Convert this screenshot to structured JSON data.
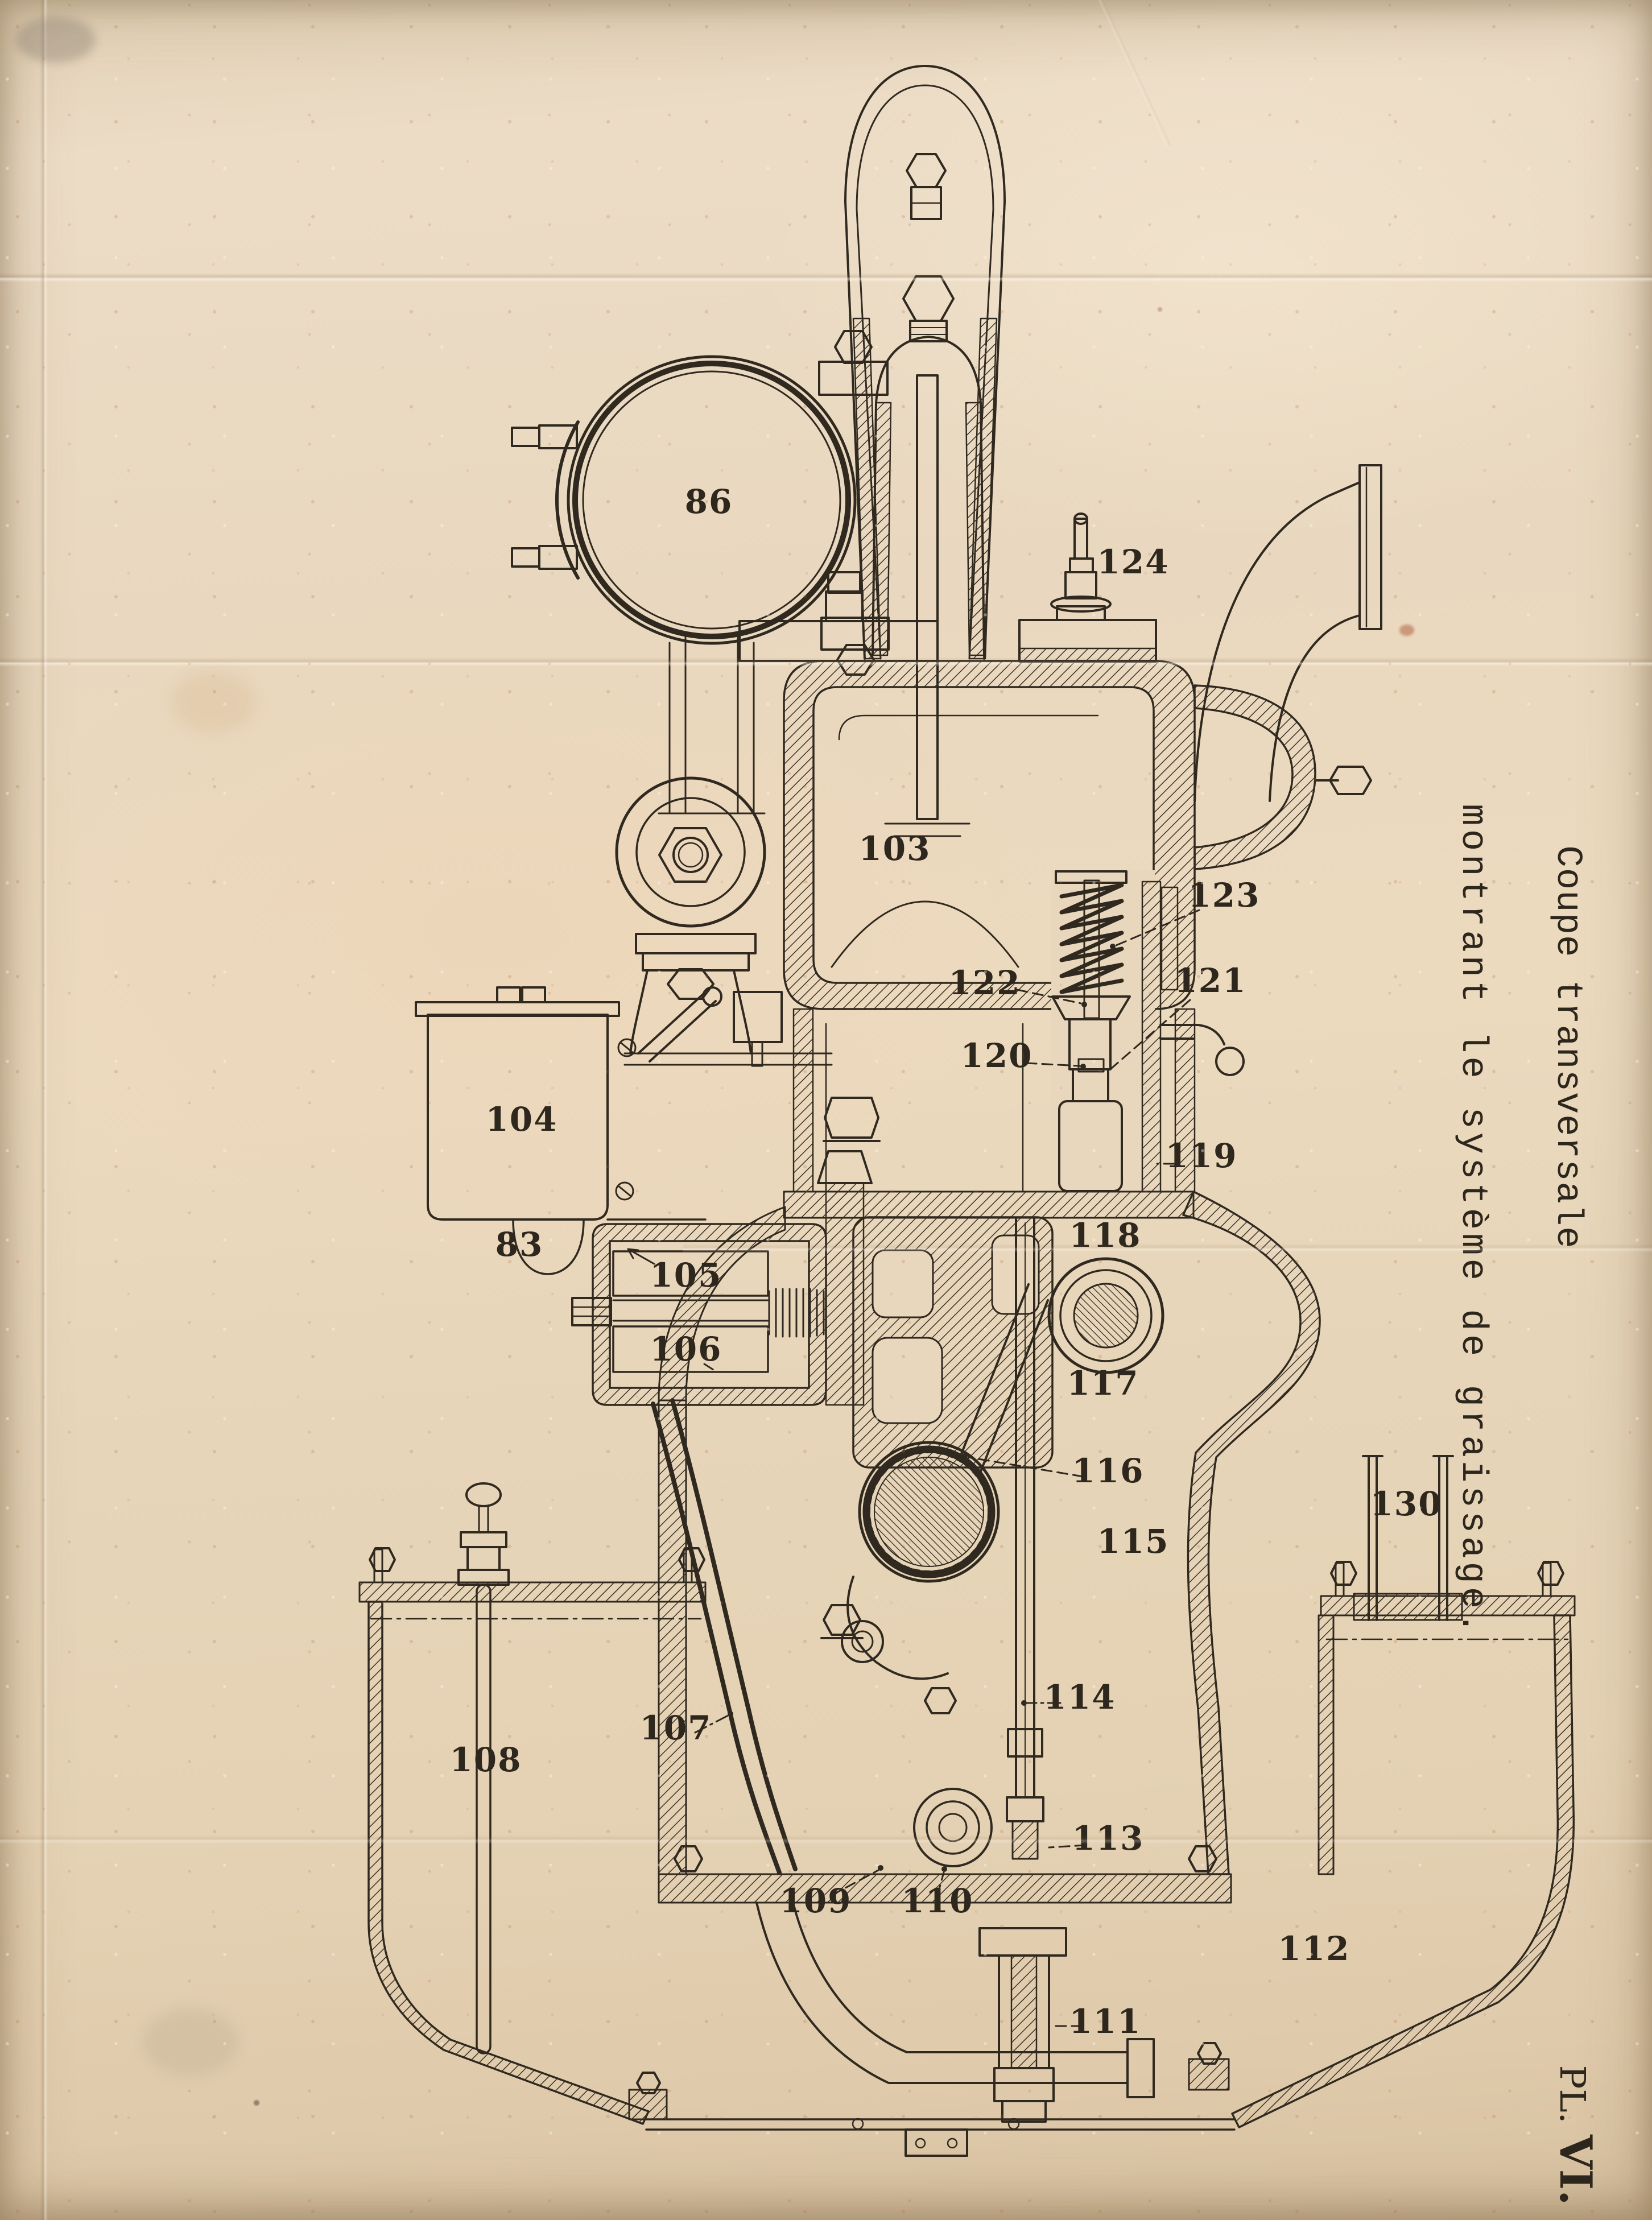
{
  "caption": {
    "line1": "Coupe transversale",
    "line2": "montrant le système de graissage."
  },
  "plate_mark": {
    "prefix": "PL.",
    "numeral": "VI."
  },
  "parts": {
    "p83": "83",
    "p86": "86",
    "p103": "103",
    "p104": "104",
    "p105": "105",
    "p106": "106",
    "p107": "107",
    "p108": "108",
    "p109": "109",
    "p110": "110",
    "p111": "111",
    "p112": "112",
    "p113": "113",
    "p114": "114",
    "p115": "115",
    "p116": "116",
    "p117": "117",
    "p118": "118",
    "p119": "119",
    "p120": "120",
    "p121": "121",
    "p122": "122",
    "p123": "123",
    "p124": "124",
    "p130": "130"
  }
}
